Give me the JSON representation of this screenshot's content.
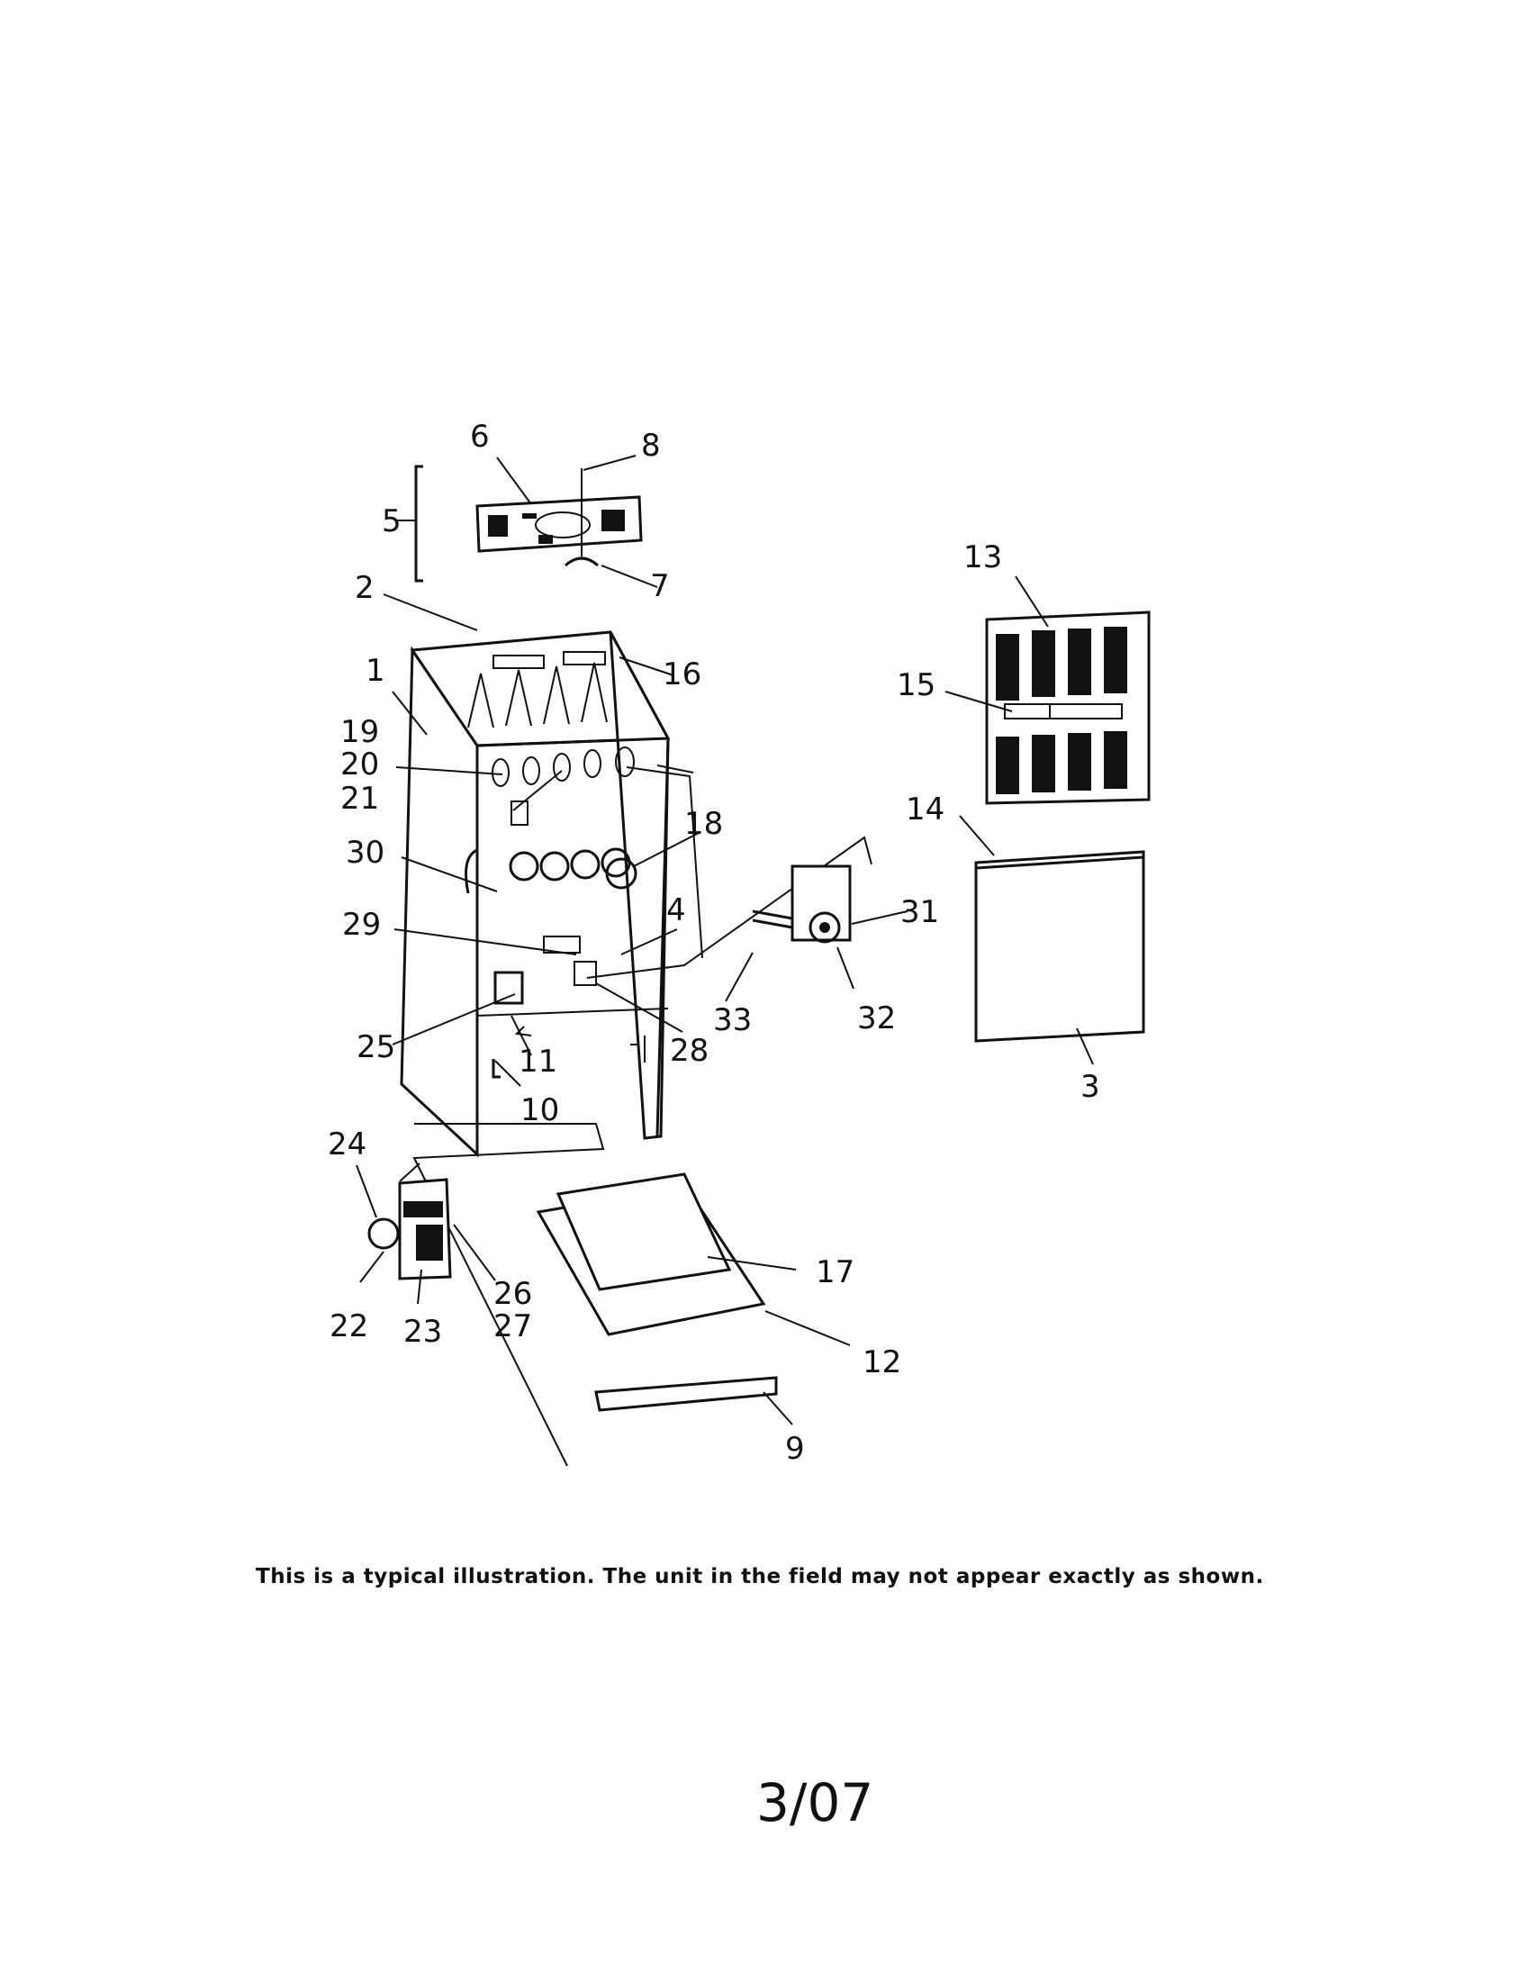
{
  "callouts": {
    "c1": "1",
    "c2": "2",
    "c3": "3",
    "c4": "4",
    "c5": "5",
    "c6": "6",
    "c7": "7",
    "c8": "8",
    "c9": "9",
    "c10": "10",
    "c11": "11",
    "c12": "12",
    "c13": "13",
    "c14": "14",
    "c15": "15",
    "c16": "16",
    "c17": "17",
    "c18": "18",
    "c19": "19",
    "c20": "20",
    "c21": "21",
    "c22": "22",
    "c23": "23",
    "c24": "24",
    "c25": "25",
    "c26": "26",
    "c27": "27",
    "c28": "28",
    "c29": "29",
    "c30": "30",
    "c31": "31",
    "c32": "32",
    "c33": "33"
  },
  "caption": "This is a typical illustration.  The unit in the field may not appear exactly as shown.",
  "footer": "3/07"
}
